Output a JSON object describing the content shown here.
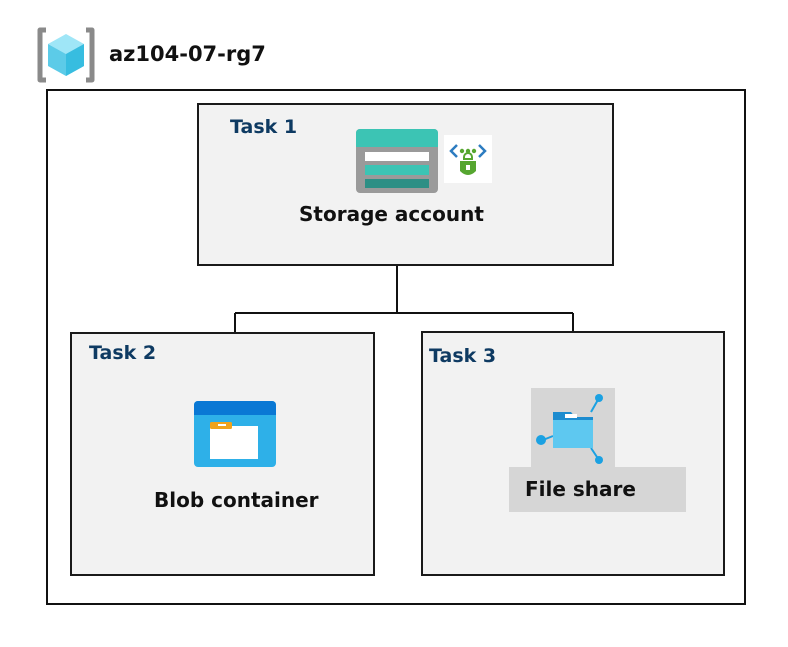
{
  "resource_group": {
    "name": "az104-07-rg7",
    "icon": "resource-group-icon"
  },
  "tasks": [
    {
      "label": "Task 1",
      "resource": "Storage account",
      "icons": [
        "storage-account-icon",
        "network-security-icon"
      ]
    },
    {
      "label": "Task 2",
      "resource": "Blob container",
      "icons": [
        "blob-container-icon"
      ]
    },
    {
      "label": "Task 3",
      "resource": "File share",
      "icons": [
        "file-share-icon"
      ]
    }
  ],
  "colors": {
    "task_label": "#0e3a62",
    "box_fill": "#f2f2f2",
    "storage_teal": "#3cc4b4",
    "blob_blue": "#0a78d4",
    "file_share_blue": "#1ba1e2",
    "lock_green": "#56a630"
  }
}
